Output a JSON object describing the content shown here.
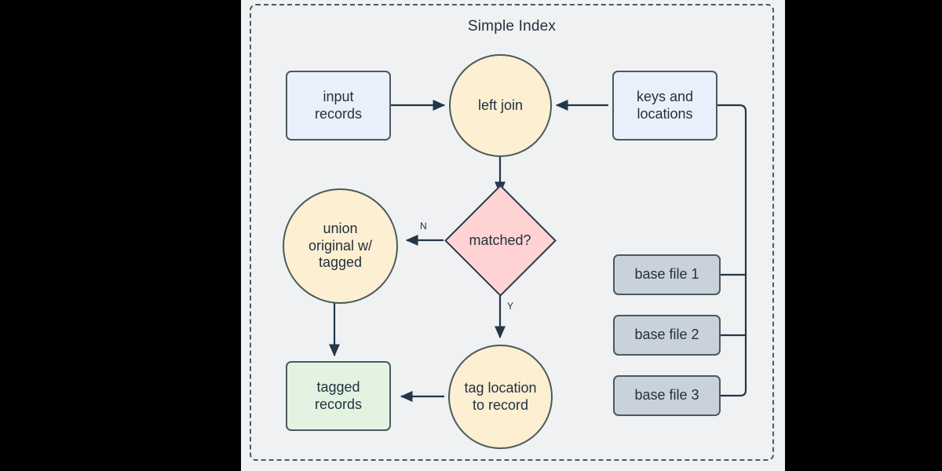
{
  "diagram": {
    "title": "Simple Index",
    "type": "flowchart",
    "canvas": {
      "background": "#eff1f3",
      "letterbox": "#000000"
    },
    "colors": {
      "group_border": "#4a5b5c",
      "node_border": "#4a5b5c",
      "decision_border": "#2b3a4a",
      "edge": "#23364a",
      "text": "#22313f",
      "fill_blue": "#e9f0fb",
      "fill_cream": "#fdefd2",
      "fill_green": "#e2f4e1",
      "fill_gray": "#c9d2da",
      "fill_pink": "#ffd3d3"
    },
    "nodes": {
      "input_records": {
        "label_line1": "input",
        "label_line2": "records",
        "shape": "rectangle",
        "fill": "#e9f0fb"
      },
      "left_join": {
        "label": "left join",
        "shape": "circle",
        "fill": "#fdefd2"
      },
      "keys_and_locations": {
        "label_line1": "keys and",
        "label_line2": "locations",
        "shape": "rectangle",
        "fill": "#e9f0fb"
      },
      "matched": {
        "label": "matched?",
        "shape": "diamond",
        "fill": "#ffd3d3"
      },
      "union_original": {
        "label_line1": "union",
        "label_line2": "original w/",
        "label_line3": "tagged",
        "shape": "circle",
        "fill": "#fdefd2"
      },
      "tag_location": {
        "label_line1": "tag location",
        "label_line2": "to record",
        "shape": "circle",
        "fill": "#fdefd2"
      },
      "tagged_records": {
        "label_line1": "tagged",
        "label_line2": "records",
        "shape": "rectangle",
        "fill": "#e2f4e1"
      },
      "base_file_1": {
        "label": "base file 1",
        "shape": "rectangle",
        "fill": "#c9d2da"
      },
      "base_file_2": {
        "label": "base file 2",
        "shape": "rectangle",
        "fill": "#c9d2da"
      },
      "base_file_3": {
        "label": "base file 3",
        "shape": "rectangle",
        "fill": "#c9d2da"
      }
    },
    "edge_labels": {
      "no_branch": "N",
      "yes_branch": "Y"
    },
    "edges": [
      {
        "from": "input_records",
        "to": "left_join",
        "label": ""
      },
      {
        "from": "keys_and_locations",
        "to": "left_join",
        "label": ""
      },
      {
        "from": "left_join",
        "to": "matched",
        "label": ""
      },
      {
        "from": "matched",
        "to": "union_original",
        "label": "N"
      },
      {
        "from": "matched",
        "to": "tag_location",
        "label": "Y"
      },
      {
        "from": "union_original",
        "to": "tagged_records",
        "label": ""
      },
      {
        "from": "tag_location",
        "to": "tagged_records",
        "label": ""
      },
      {
        "from": "base_file_1",
        "to": "keys_and_locations",
        "label": ""
      },
      {
        "from": "base_file_2",
        "to": "keys_and_locations",
        "label": ""
      },
      {
        "from": "base_file_3",
        "to": "keys_and_locations",
        "label": ""
      }
    ]
  }
}
